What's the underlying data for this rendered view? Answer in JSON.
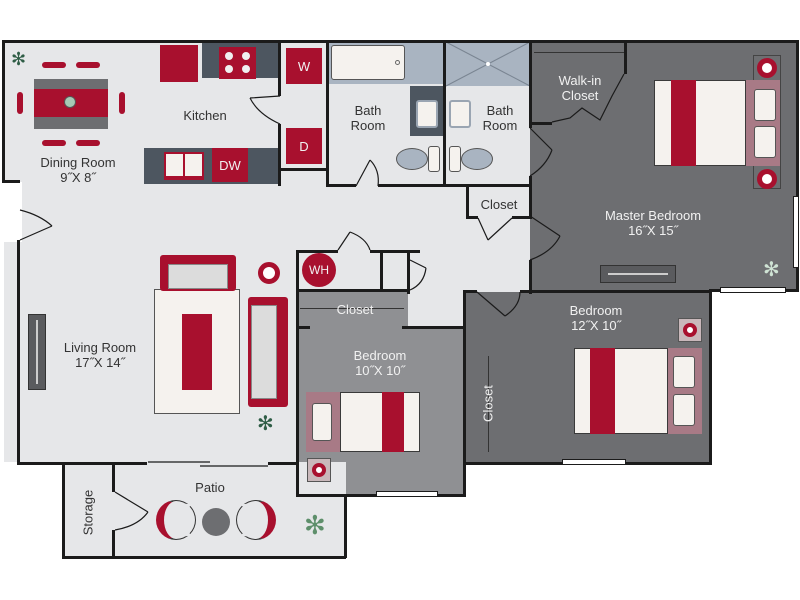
{
  "floorplan": {
    "rooms": {
      "dining": {
        "name": "Dining Room",
        "size": "9˝X 8˝"
      },
      "kitchen": {
        "name": "Kitchen"
      },
      "bath1": {
        "line1": "Bath",
        "line2": "Room"
      },
      "bath2": {
        "line1": "Bath",
        "line2": "Room"
      },
      "walkin": {
        "line1": "Walk-in",
        "line2": "Closet"
      },
      "master": {
        "name": "Master Bedroom",
        "size": "16˝X 15˝"
      },
      "hall_closet": {
        "name": "Closet"
      },
      "living": {
        "name": "Living Room",
        "size": "17˝X 14˝"
      },
      "bedroom2": {
        "name": "Bedroom",
        "size": "10˝X 10˝"
      },
      "bedroom2_closet": {
        "name": "Closet"
      },
      "bedroom3": {
        "name": "Bedroom",
        "size": "12˝X 10˝"
      },
      "bedroom3_closet": {
        "name": "Closet"
      },
      "patio": {
        "name": "Patio"
      },
      "storage": {
        "name": "Storage"
      }
    },
    "appliances": {
      "washer": "W",
      "dryer": "D",
      "dishwasher": "DW",
      "water_heater": "WH"
    },
    "colors": {
      "accent_red": "#a8102e",
      "light_floor": "#e6e7e9",
      "dark_floor": "#6d6e71",
      "mid_floor": "#8f9093",
      "counter": "#4d5660",
      "wall": "#1b1b1b"
    }
  }
}
